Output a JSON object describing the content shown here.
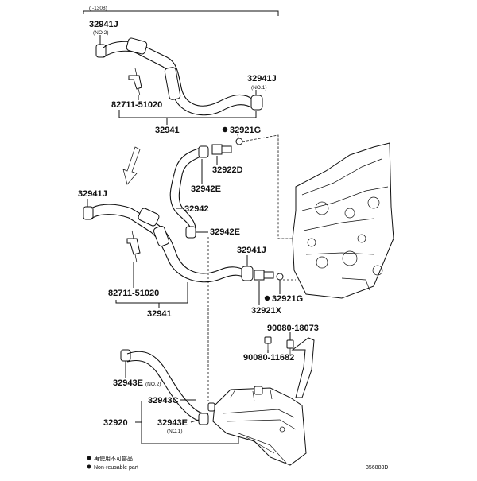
{
  "header": {
    "date_range": "( -1308)"
  },
  "labels": {
    "p1": "32941J",
    "p1_sub": "(NO.2)",
    "p2": "32941J",
    "p2_sub": "(NO.1)",
    "p3": "82711-51020",
    "p4": "32941",
    "p5": "32921G",
    "p6": "32922D",
    "p7": "32942E",
    "p8": "32941J",
    "p9": "32942",
    "p10": "32942E",
    "p11": "32941J",
    "p12": "82711-51020",
    "p13": "32941",
    "p14": "32921G",
    "p15": "32921X",
    "p16": "90080-18073",
    "p17": "90080-11682",
    "p18": "32943E",
    "p18_sub": "(NO.2)",
    "p19": "32943C",
    "p20": "32920",
    "p21": "32943E",
    "p21_sub": "(NO.1)"
  },
  "legend": {
    "line1": "再使用不可部品",
    "line2": "Non-reusable part"
  },
  "catalog_id": "356883D"
}
